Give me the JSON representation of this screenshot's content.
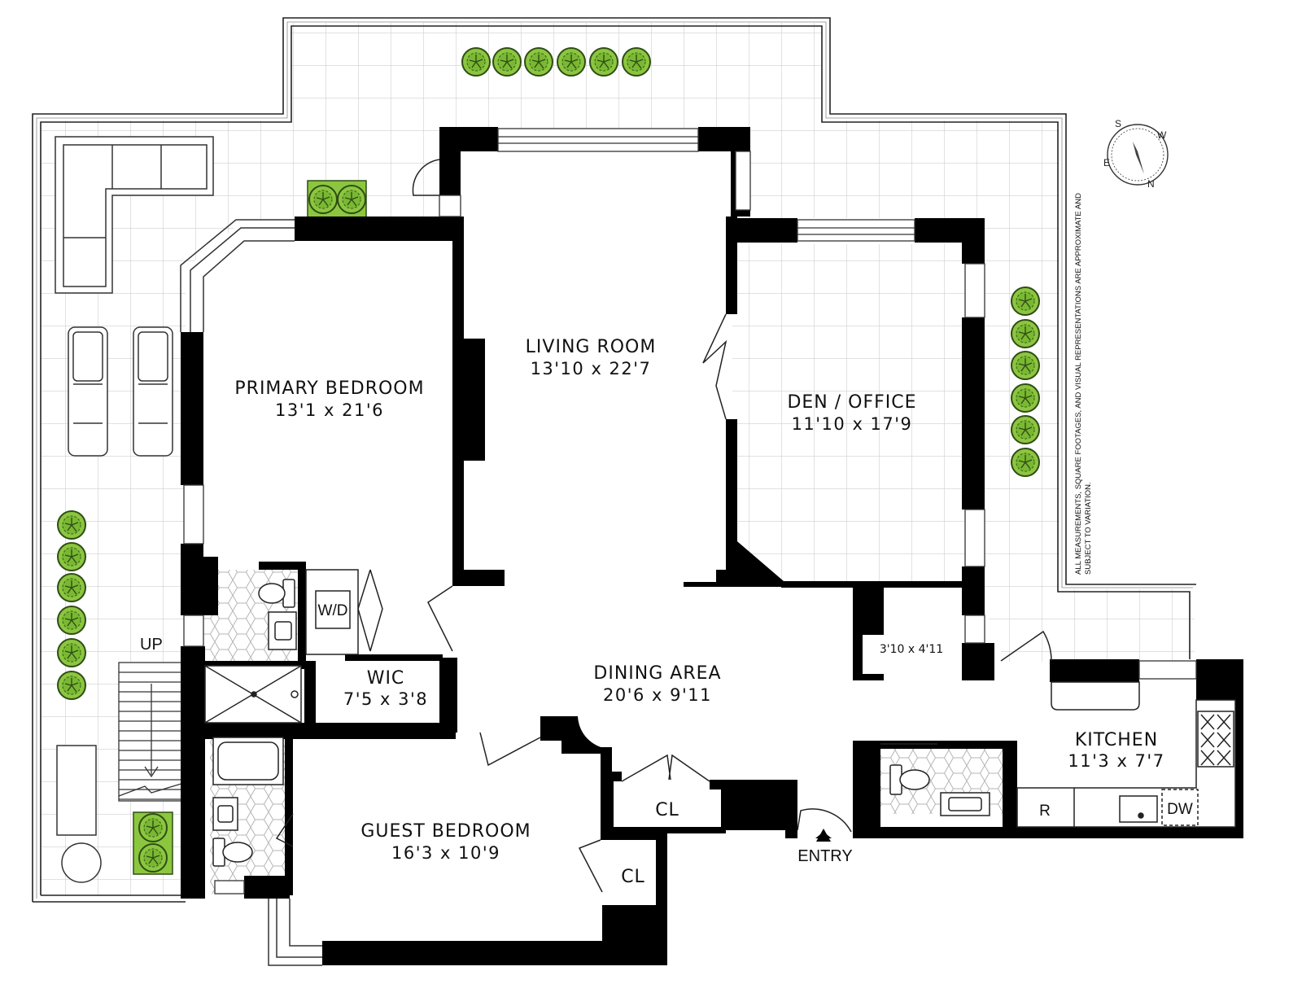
{
  "rooms": {
    "living_room": {
      "name": "LIVING ROOM",
      "dims": "13'10 x 22'7"
    },
    "primary_bedroom": {
      "name": "PRIMARY BEDROOM",
      "dims": "13'1 x 21'6"
    },
    "den_office": {
      "name": "DEN / OFFICE",
      "dims": "11'10 x 17'9"
    },
    "dining_area": {
      "name": "DINING AREA",
      "dims": "20'6 x 9'11"
    },
    "wic": {
      "name": "WIC",
      "dims": "7'5 x 3'8"
    },
    "guest_bedroom": {
      "name": "GUEST BEDROOM",
      "dims": "16'3 x 10'9"
    },
    "kitchen": {
      "name": "KITCHEN",
      "dims": "11'3 x 7'7"
    },
    "small_closet": {
      "dims": "3'10 x 4'11"
    }
  },
  "labels": {
    "closet_1": "CL",
    "closet_2": "CL",
    "entry": "ENTRY",
    "stairs_up": "UP",
    "washer_dryer": "W/D",
    "refrigerator": "R",
    "dishwasher": "DW"
  },
  "compass": {
    "s": "S",
    "w": "W",
    "n": "N",
    "e": "E"
  },
  "disclaimer": {
    "line1": "ALL MEASUREMENTS, SQUARE FOOTAGES, AND VISUAL REPRESENTATIONS ARE APPROXIMATE AND",
    "line2": "SUBJECT TO VARIATION."
  },
  "colors": {
    "wall": "#000000",
    "terrace_grid": "#d2d2d2",
    "planter_green": "#8cc63f",
    "planter_dark": "#3f6d1e",
    "tile": "#bdbdbd"
  }
}
